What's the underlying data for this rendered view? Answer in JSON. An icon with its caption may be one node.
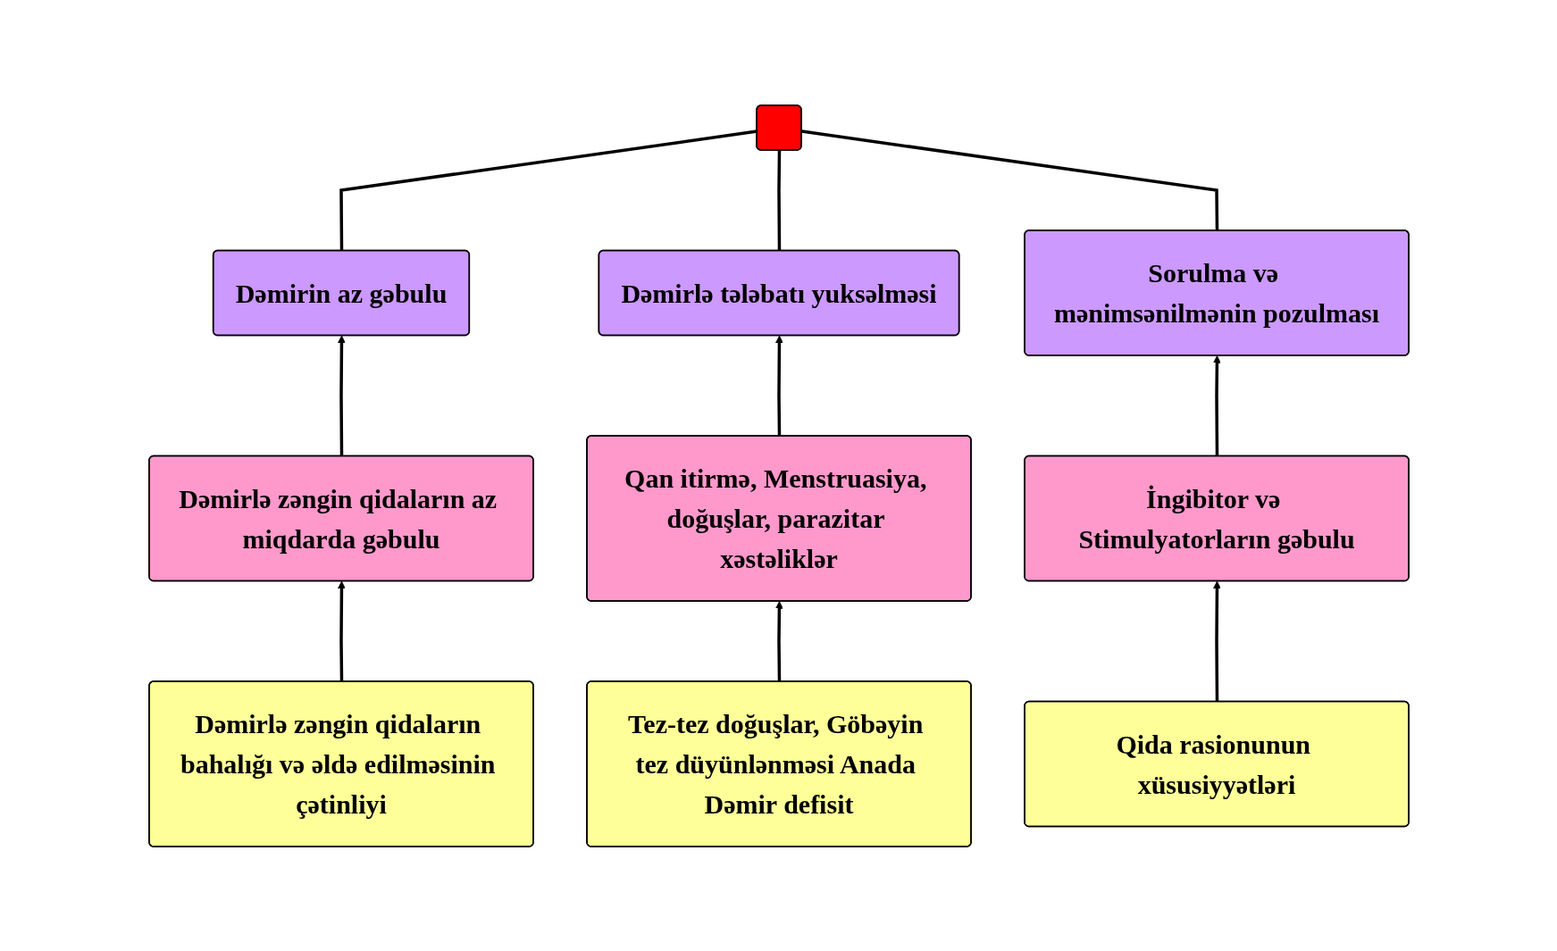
{
  "diagram": {
    "nodes": [
      {
        "text": [],
        "shape": "box"
      },
      {
        "text": [
          "Dəmirin az gəbulu"
        ]
      },
      {
        "text": [
          "Dəmirlə tələbatı yuksəlməsi"
        ]
      },
      {
        "text": [
          "Sorulma və mənimsənilmənin pozulması"
        ]
      },
      {
        "text": [
          "Dəmirlə zəngin qidaların az miqdarda gəbulu"
        ]
      },
      {
        "text": [
          "Qan itirmə, Menstruasiya, doğuşlar, parazitar xəstəliklər"
        ]
      },
      {
        "text": [
          "İngibitor və Stimulyatorların gəbulu"
        ]
      },
      {
        "text": [
          "Dəmirlə zəngin qidaların bahalığı və əldə edilməsinin çətinliyi"
        ]
      },
      {
        "text": [
          "Tez-tez doğuşlar, Göbəyin tez düyünlənməsi Anada Dəmir defisit"
        ]
      },
      {
        "text": [
          "Qida rasionunun xüsusiyyətləri"
        ]
      }
    ],
    "edges": [
      {
        "from": 0,
        "to": 1,
        "arrow": "none"
      },
      {
        "from": 0,
        "to": 2,
        "arrow": "none"
      },
      {
        "from": 0,
        "to": 3,
        "arrow": "none"
      },
      {
        "from": 4,
        "to": 1,
        "arrow": "to"
      },
      {
        "from": 5,
        "to": 2,
        "arrow": "to"
      },
      {
        "from": 6,
        "to": 3,
        "arrow": "to"
      },
      {
        "from": 7,
        "to": 4,
        "arrow": "to"
      },
      {
        "from": 8,
        "to": 5,
        "arrow": "to"
      },
      {
        "from": 9,
        "to": 6,
        "arrow": "to"
      }
    ]
  }
}
